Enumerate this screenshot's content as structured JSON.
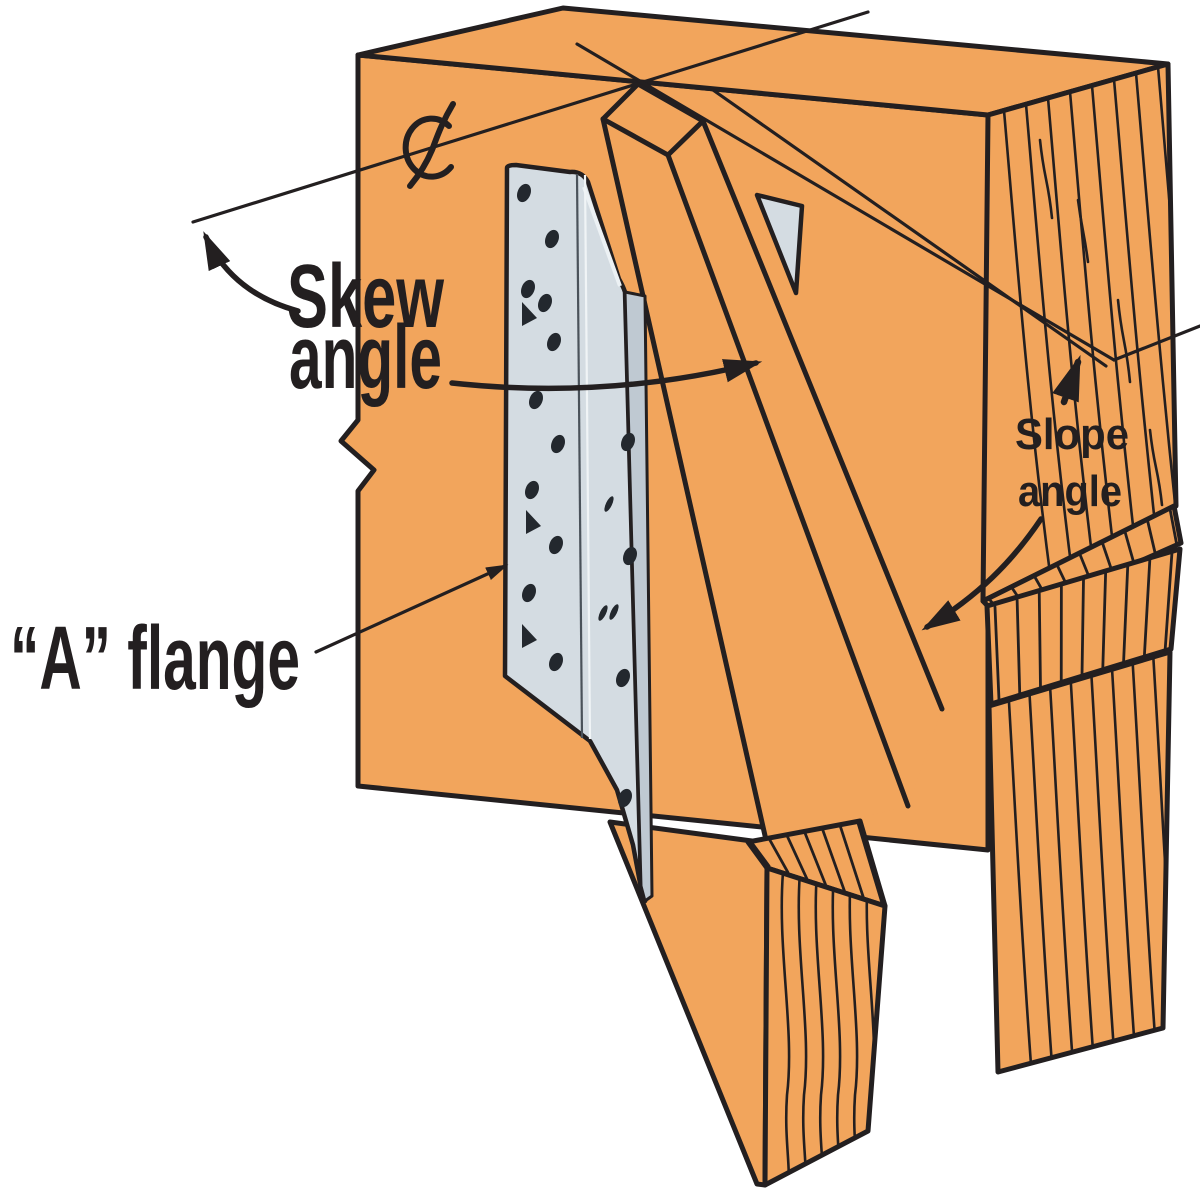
{
  "figure": {
    "title": "Skewed and sloped joist hanger on wood header",
    "labels": {
      "centerline_symbol": "℄",
      "skew_line1": "Skew",
      "skew_line2": "angle",
      "a_flange": "“A” flange",
      "slope_line1": "Slope",
      "slope_line2": "angle"
    },
    "colors": {
      "wood": "#F2A55C",
      "outline": "#231F20",
      "steel": "#D4DCE2",
      "steel_shade": "#BFC9D2",
      "background": "#FFFFFF"
    }
  }
}
